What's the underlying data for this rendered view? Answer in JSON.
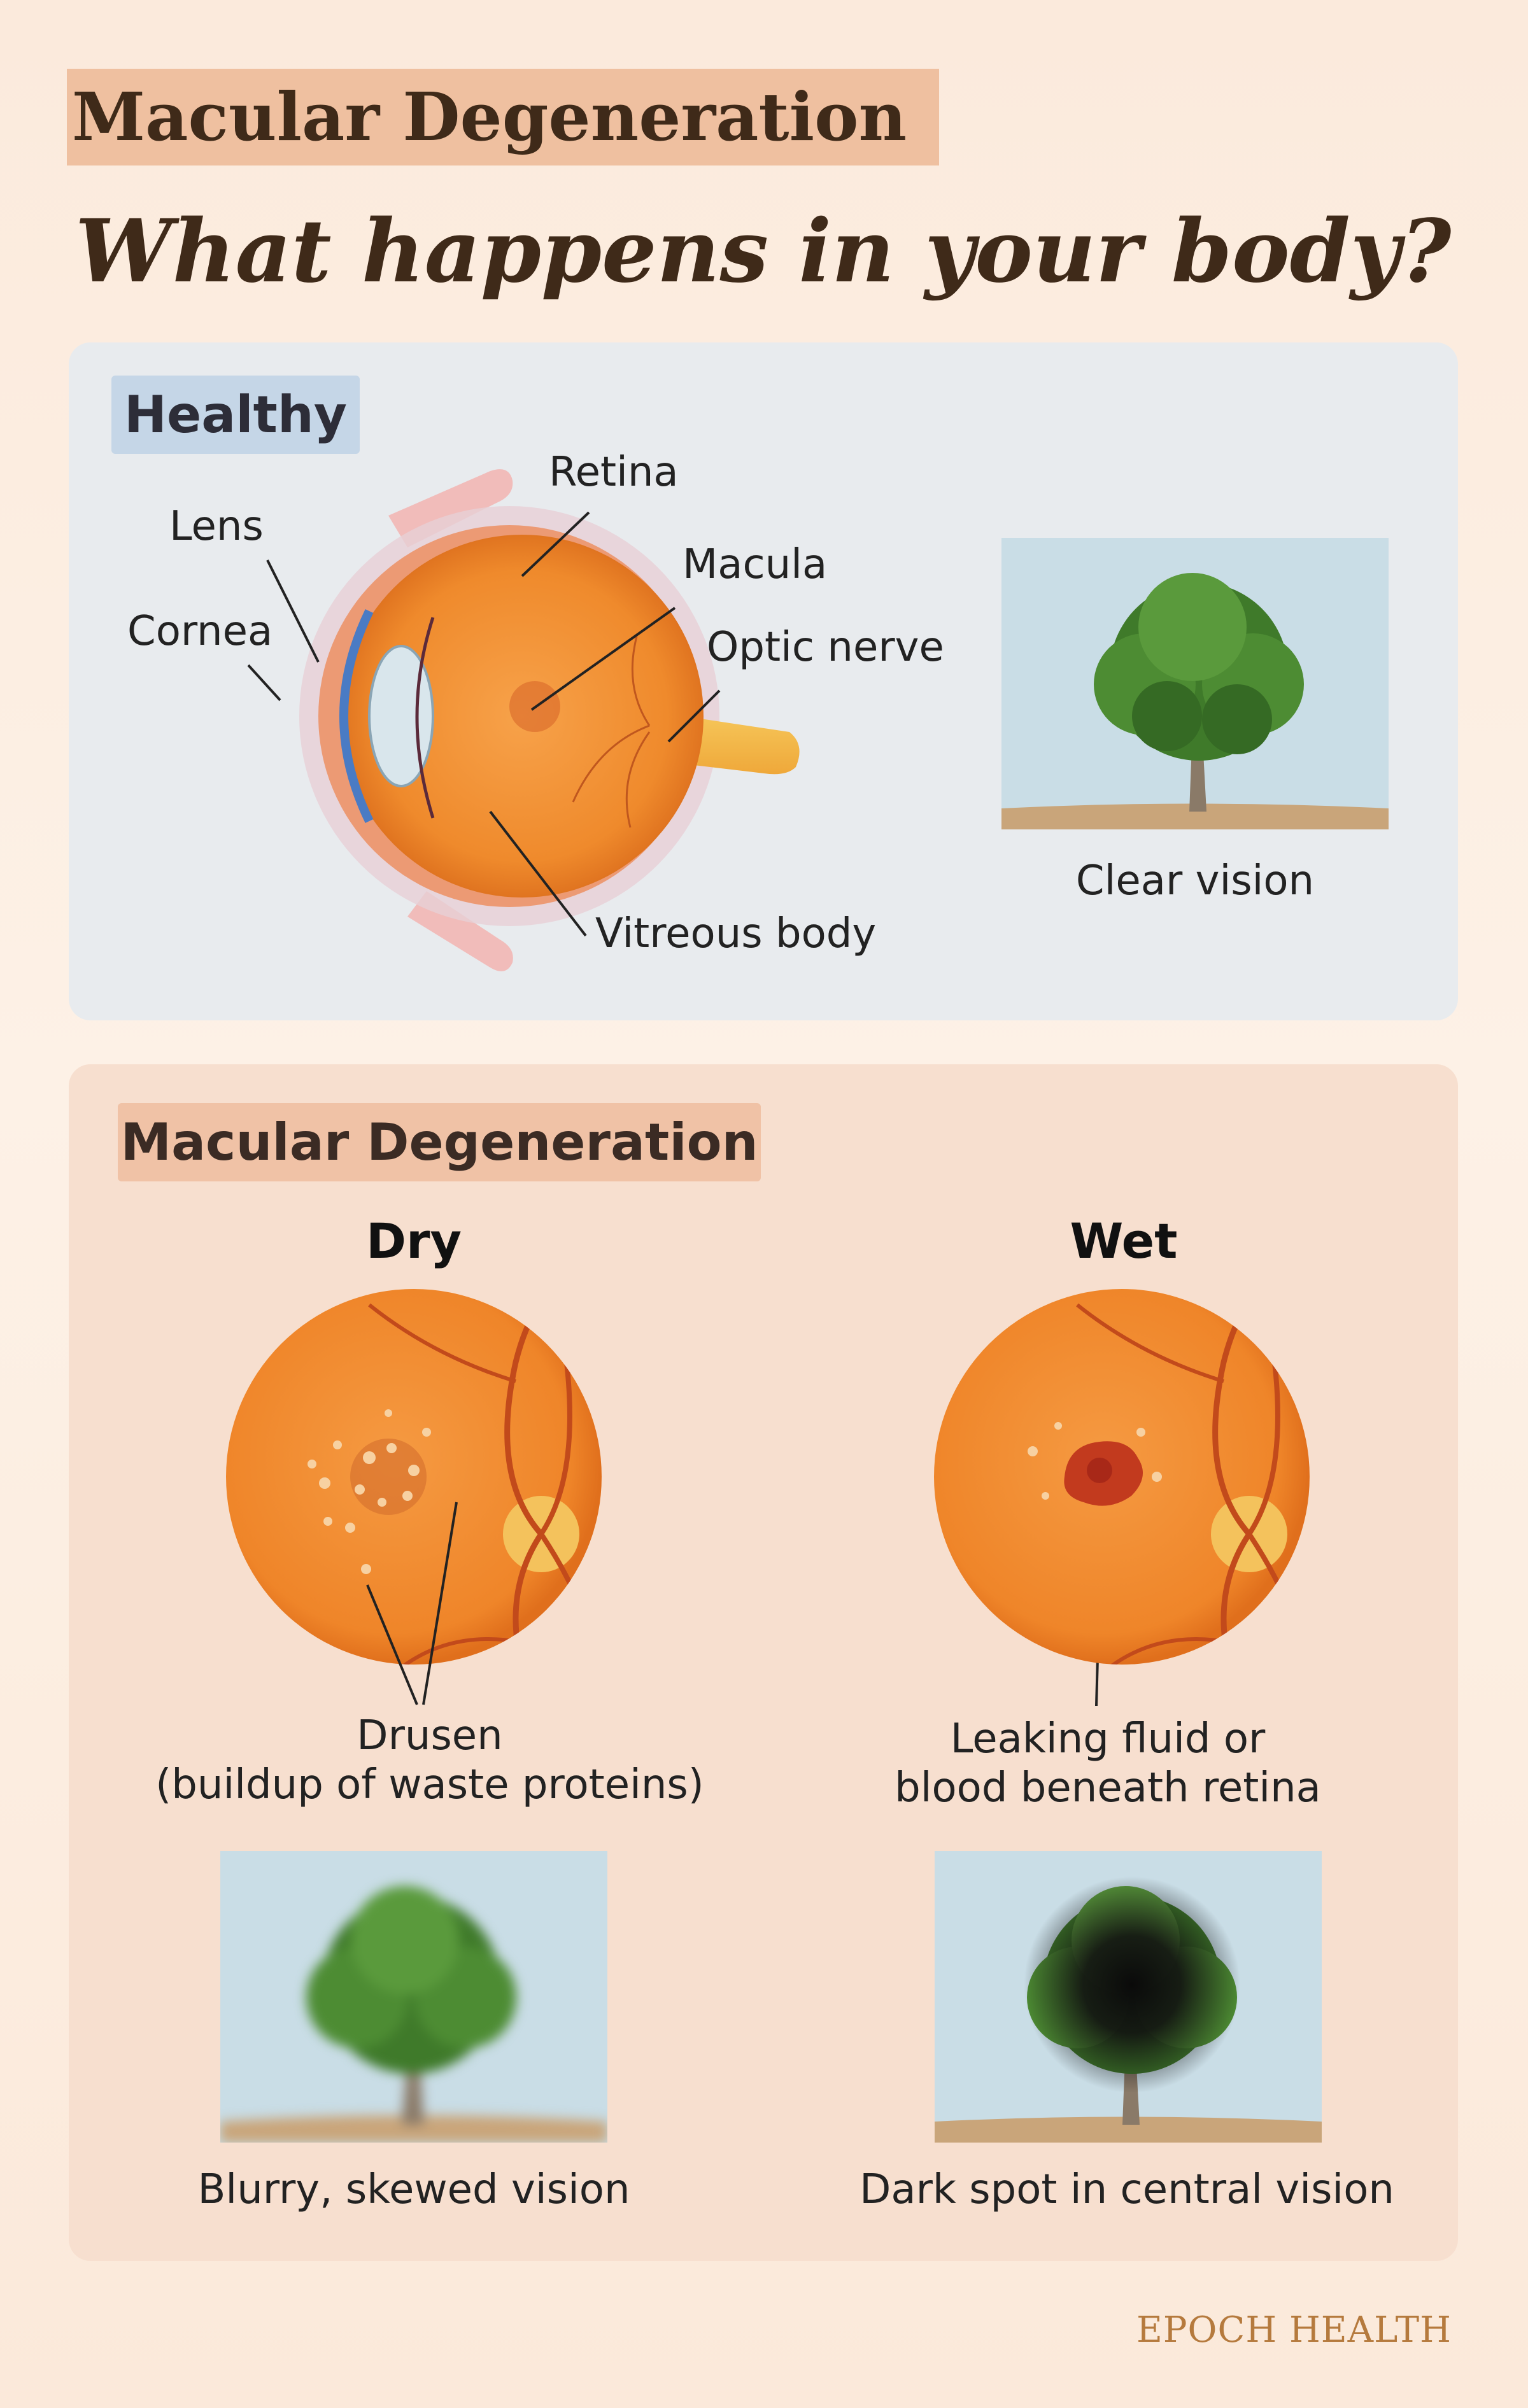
{
  "header": {
    "title": "Macular Degeneration",
    "subtitle": "What happens in your body?"
  },
  "healthy": {
    "tag": "Healthy",
    "labels": {
      "retina": "Retina",
      "lens": "Lens",
      "macula": "Macula",
      "cornea": "Cornea",
      "optic_nerve": "Optic nerve",
      "vitreous_body": "Vitreous body"
    },
    "vision_caption": "Clear vision"
  },
  "macular_degeneration": {
    "tag": "Macular Degeneration",
    "dry": {
      "heading": "Dry",
      "annotation_line1": "Drusen",
      "annotation_line2": "(buildup of waste proteins)",
      "vision_caption": "Blurry, skewed vision"
    },
    "wet": {
      "heading": "Wet",
      "annotation_line1": "Leaking fluid or",
      "annotation_line2": "blood beneath retina",
      "vision_caption": "Dark spot in central vision"
    }
  },
  "footer": {
    "brand": "EPOCH HEALTH"
  },
  "colors": {
    "title_band": "#efc0a0",
    "healthy_panel": "#e8ebee",
    "md_panel": "#f7dfcf",
    "eye_orange": "#f08a2a",
    "text_dark": "#3f2a19",
    "brand": "#b57a3d"
  },
  "icons": [
    "eye-cross-section-icon",
    "fundus-dry-icon",
    "fundus-wet-icon",
    "tree-icon"
  ]
}
